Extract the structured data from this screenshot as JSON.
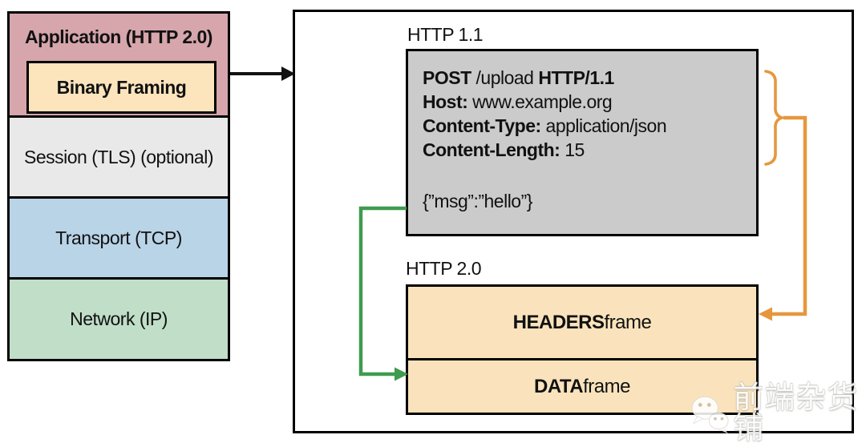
{
  "stack": {
    "application": "Application (HTTP 2.0)",
    "binary_framing": "Binary Framing",
    "session": "Session (TLS) (optional)",
    "transport": "Transport (TCP)",
    "network": "Network (IP)"
  },
  "right_panel": {
    "http11_label": "HTTP 1.1",
    "http20_label": "HTTP 2.0",
    "request": {
      "method": "POST",
      "path_part": " /upload ",
      "version": "HTTP/1.1",
      "host_label": "Host:",
      "host_value": " www.example.org",
      "content_type_label": "Content-Type:",
      "content_type_value": " application/json",
      "content_length_label": "Content-Length:",
      "content_length_value": " 15",
      "body": "{”msg”:”hello”}"
    },
    "frames": {
      "headers_strong": "HEADERS",
      "headers_rest": " frame",
      "data_strong": "DATA",
      "data_rest": " frame"
    }
  },
  "watermark": {
    "text": "前端杂货铺",
    "icon": "wechat-icon"
  },
  "colors": {
    "application_bg": "#d6a6ac",
    "binary_framing_bg": "#fce4bd",
    "session_bg": "#e9e9e9",
    "transport_bg": "#b9d3e7",
    "network_bg": "#c0dec8",
    "request_bg": "#cbcbcb",
    "frames_bg": "#fae3bc",
    "arrow_orange": "#e6973e",
    "arrow_green": "#3f9b4f",
    "arrow_black": "#111111",
    "border": "#000000"
  }
}
